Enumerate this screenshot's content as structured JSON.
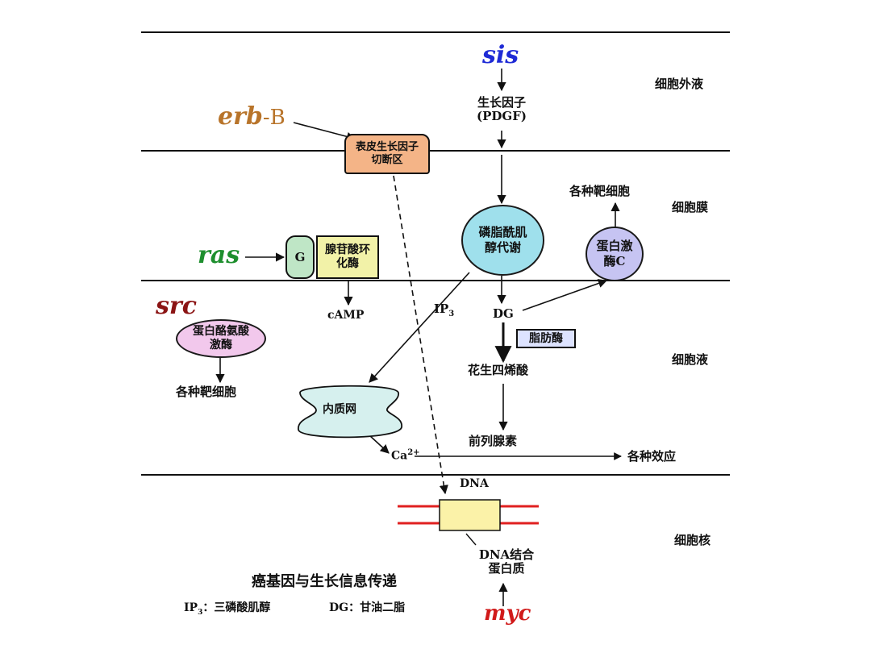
{
  "regions": {
    "extracellular": "细胞外液",
    "membrane": "细胞膜",
    "cytosol": "细胞液",
    "nucleus": "细胞核"
  },
  "genes": {
    "sis": "sis",
    "erb_italic": "erb",
    "erb_suffix": "-B",
    "ras": "ras",
    "src": "src",
    "myc": "myc"
  },
  "nodes": {
    "growth_factor_line1": "生长因子",
    "growth_factor_line2": "(PDGF)",
    "egf_box": "表皮生长因子切断区",
    "g_protein": "G",
    "adenylate_cyclase": "腺苷酸环化酶",
    "camp": "cAMP",
    "pi_metabolism": "磷脂酰肌醇代谢",
    "pkc": "蛋白激酶C",
    "target_cells_top": "各种靶细胞",
    "ip3_base": "IP",
    "ip3_sub": "3",
    "dg": "DG",
    "lipase": "脂肪酶",
    "tyrosine_kinase": "蛋白酪氨酸激酶",
    "target_cells_left": "各种靶细胞",
    "arachidonic": "花生四烯酸",
    "er": "内质网",
    "prostaglandin": "前列腺素",
    "ca_base": "Ca",
    "ca_sup": "2+",
    "effects": "各种效应",
    "dna": "DNA",
    "dna_binding_line1": "DNA结合",
    "dna_binding_line2": "蛋白质"
  },
  "caption": {
    "title": "癌基因与生长信息传递",
    "legend_ip3_base": "IP",
    "legend_ip3_sub": "3",
    "legend_ip3_text": "：三磷酸肌醇",
    "legend_dg": "DG：甘油二脂"
  },
  "colors": {
    "sis": "#1f2bd6",
    "erb": "#b8742a",
    "ras": "#1e8f2e",
    "src": "#8b1414",
    "myc": "#d11a1a",
    "egf_box": "#f4b487",
    "g_protein": "#bfe6c6",
    "cyclase": "#f2f2a8",
    "pi_circle": "#9fe0ec",
    "pkc_circle": "#c6c4f2",
    "tyrosine": "#f2c8ec",
    "er": "#d6f0ee",
    "lipase": "#dde3ff",
    "dna_box": "#fbf2a8",
    "dna_strand": "#e02020"
  }
}
